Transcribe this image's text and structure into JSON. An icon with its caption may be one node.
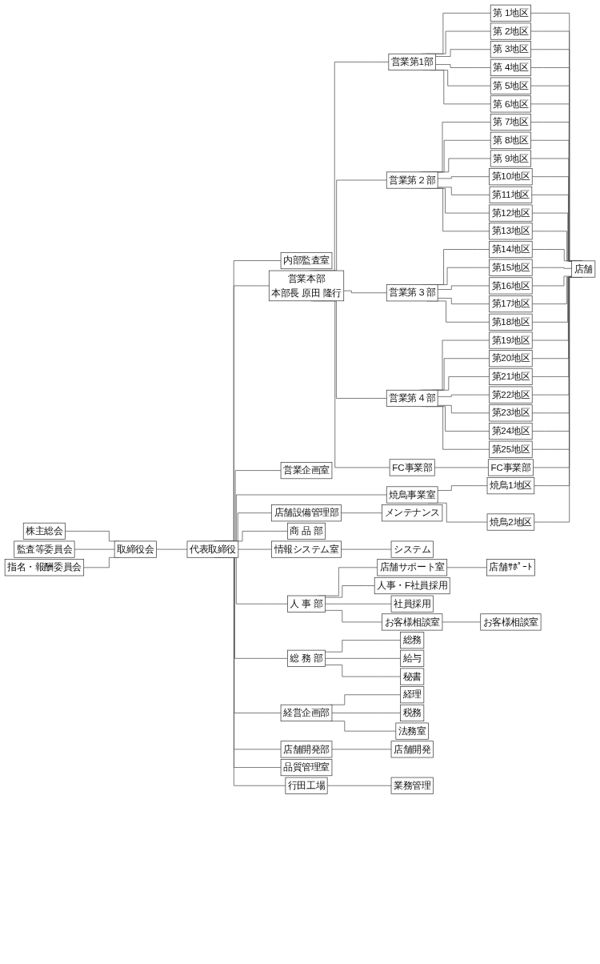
{
  "diagram": {
    "nodes": [
      {
        "text": [
          "監査等委員会"
        ]
      },
      {
        "text": [
          "株主総会"
        ]
      },
      {
        "text": [
          "取締役会"
        ]
      },
      {
        "text": [
          "指名・報酬委員会"
        ]
      },
      {
        "text": [
          "代表取締役"
        ]
      },
      {
        "text": [
          "内部監査室"
        ]
      },
      {
        "text": [
          "営業本部",
          "本部長 原田 隆行"
        ]
      },
      {
        "text": [
          "営業第1部"
        ]
      },
      {
        "text": [
          "営業第２部"
        ]
      },
      {
        "text": [
          "営業第３部"
        ]
      },
      {
        "text": [
          "営業第４部"
        ]
      },
      {
        "text": [
          "FC事業部"
        ]
      },
      {
        "text": [
          "第 1地区"
        ]
      },
      {
        "text": [
          "第 2地区"
        ]
      },
      {
        "text": [
          "第 3地区"
        ]
      },
      {
        "text": [
          "第 4地区"
        ]
      },
      {
        "text": [
          "第 5地区"
        ]
      },
      {
        "text": [
          "第 6地区"
        ]
      },
      {
        "text": [
          "第 7地区"
        ]
      },
      {
        "text": [
          "第 8地区"
        ]
      },
      {
        "text": [
          "第 9地区"
        ]
      },
      {
        "text": [
          "第10地区"
        ]
      },
      {
        "text": [
          "第11地区"
        ]
      },
      {
        "text": [
          "第12地区"
        ]
      },
      {
        "text": [
          "第13地区"
        ]
      },
      {
        "text": [
          "第14地区"
        ]
      },
      {
        "text": [
          "第15地区"
        ]
      },
      {
        "text": [
          "第16地区"
        ]
      },
      {
        "text": [
          "第17地区"
        ]
      },
      {
        "text": [
          "第18地区"
        ]
      },
      {
        "text": [
          "第19地区"
        ]
      },
      {
        "text": [
          "第20地区"
        ]
      },
      {
        "text": [
          "第21地区"
        ]
      },
      {
        "text": [
          "第22地区"
        ]
      },
      {
        "text": [
          "第23地区"
        ]
      },
      {
        "text": [
          "第24地区"
        ]
      },
      {
        "text": [
          "第25地区"
        ]
      },
      {
        "text": [
          "FC事業部"
        ]
      },
      {
        "text": [
          "焼鳥事業室"
        ]
      },
      {
        "text": [
          "焼鳥1地区"
        ]
      },
      {
        "text": [
          "焼鳥2地区"
        ]
      },
      {
        "text": [
          "店舗"
        ]
      },
      {
        "text": [
          "営業企画室"
        ]
      },
      {
        "text": [
          "店舗設備管理部"
        ]
      },
      {
        "text": [
          "メンテナンス"
        ]
      },
      {
        "text": [
          "情報システム室"
        ]
      },
      {
        "text": [
          "システム"
        ]
      },
      {
        "text": [
          "商 品 部"
        ]
      },
      {
        "text": [
          "人 事 部"
        ]
      },
      {
        "text": [
          "店舗サポート室"
        ]
      },
      {
        "text": [
          "店舗ｻﾎﾟｰﾄ"
        ]
      },
      {
        "text": [
          "人事・F社員採用"
        ]
      },
      {
        "text": [
          "社員採用"
        ]
      },
      {
        "text": [
          "お客様相談室"
        ]
      },
      {
        "text": [
          "お客様相談室"
        ]
      },
      {
        "text": [
          "総 務 部"
        ]
      },
      {
        "text": [
          "総務"
        ]
      },
      {
        "text": [
          "給与"
        ]
      },
      {
        "text": [
          "秘書"
        ]
      },
      {
        "text": [
          "経営企画部"
        ]
      },
      {
        "text": [
          "経理"
        ]
      },
      {
        "text": [
          "税務"
        ]
      },
      {
        "text": [
          "法務室"
        ]
      },
      {
        "text": [
          "店舗開発部"
        ]
      },
      {
        "text": [
          "店舗開発"
        ]
      },
      {
        "text": [
          "行田工場"
        ]
      },
      {
        "text": [
          "業務管理"
        ]
      },
      {
        "text": [
          "品質管理室"
        ]
      }
    ],
    "edges": [
      {
        "from": 1,
        "to": 2,
        "arrow": "none"
      },
      {
        "from": 0,
        "to": 2,
        "arrow": "none"
      },
      {
        "from": 3,
        "to": 2,
        "arrow": "none"
      },
      {
        "from": 2,
        "to": 4,
        "arrow": "none"
      },
      {
        "from": 4,
        "to": 5,
        "arrow": "none"
      },
      {
        "from": 4,
        "to": 6,
        "arrow": "none"
      },
      {
        "from": 4,
        "to": 38,
        "arrow": "none"
      },
      {
        "from": 4,
        "to": 42,
        "arrow": "none"
      },
      {
        "from": 4,
        "to": 43,
        "arrow": "none"
      },
      {
        "from": 4,
        "to": 45,
        "arrow": "none"
      },
      {
        "from": 4,
        "to": 47,
        "arrow": "none"
      },
      {
        "from": 4,
        "to": 48,
        "arrow": "none"
      },
      {
        "from": 4,
        "to": 55,
        "arrow": "none"
      },
      {
        "from": 4,
        "to": 59,
        "arrow": "none"
      },
      {
        "from": 4,
        "to": 63,
        "arrow": "none"
      },
      {
        "from": 4,
        "to": 65,
        "arrow": "none"
      },
      {
        "from": 4,
        "to": 67,
        "arrow": "none"
      },
      {
        "from": 6,
        "to": 7,
        "arrow": "none"
      },
      {
        "from": 6,
        "to": 8,
        "arrow": "none"
      },
      {
        "from": 6,
        "to": 9,
        "arrow": "none"
      },
      {
        "from": 6,
        "to": 10,
        "arrow": "none"
      },
      {
        "from": 6,
        "to": 11,
        "arrow": "none"
      },
      {
        "from": 7,
        "to": 12,
        "arrow": "none"
      },
      {
        "from": 7,
        "to": 13,
        "arrow": "none"
      },
      {
        "from": 7,
        "to": 14,
        "arrow": "none"
      },
      {
        "from": 7,
        "to": 15,
        "arrow": "none"
      },
      {
        "from": 7,
        "to": 16,
        "arrow": "none"
      },
      {
        "from": 7,
        "to": 17,
        "arrow": "none"
      },
      {
        "from": 8,
        "to": 18,
        "arrow": "none"
      },
      {
        "from": 8,
        "to": 19,
        "arrow": "none"
      },
      {
        "from": 8,
        "to": 20,
        "arrow": "none"
      },
      {
        "from": 8,
        "to": 21,
        "arrow": "none"
      },
      {
        "from": 8,
        "to": 22,
        "arrow": "none"
      },
      {
        "from": 8,
        "to": 23,
        "arrow": "none"
      },
      {
        "from": 8,
        "to": 24,
        "arrow": "none"
      },
      {
        "from": 9,
        "to": 25,
        "arrow": "none"
      },
      {
        "from": 9,
        "to": 26,
        "arrow": "none"
      },
      {
        "from": 9,
        "to": 27,
        "arrow": "none"
      },
      {
        "from": 9,
        "to": 28,
        "arrow": "none"
      },
      {
        "from": 9,
        "to": 29,
        "arrow": "none"
      },
      {
        "from": 10,
        "to": 30,
        "arrow": "none"
      },
      {
        "from": 10,
        "to": 31,
        "arrow": "none"
      },
      {
        "from": 10,
        "to": 32,
        "arrow": "none"
      },
      {
        "from": 10,
        "to": 33,
        "arrow": "none"
      },
      {
        "from": 10,
        "to": 34,
        "arrow": "none"
      },
      {
        "from": 10,
        "to": 35,
        "arrow": "none"
      },
      {
        "from": 10,
        "to": 36,
        "arrow": "none"
      },
      {
        "from": 11,
        "to": 37,
        "arrow": "none"
      },
      {
        "from": 38,
        "to": 39,
        "arrow": "none"
      },
      {
        "from": 38,
        "to": 40,
        "arrow": "none"
      },
      {
        "from": 12,
        "to": 41,
        "arrow": "none"
      },
      {
        "from": 13,
        "to": 41,
        "arrow": "none"
      },
      {
        "from": 14,
        "to": 41,
        "arrow": "none"
      },
      {
        "from": 15,
        "to": 41,
        "arrow": "none"
      },
      {
        "from": 16,
        "to": 41,
        "arrow": "none"
      },
      {
        "from": 17,
        "to": 41,
        "arrow": "none"
      },
      {
        "from": 18,
        "to": 41,
        "arrow": "none"
      },
      {
        "from": 19,
        "to": 41,
        "arrow": "none"
      },
      {
        "from": 20,
        "to": 41,
        "arrow": "none"
      },
      {
        "from": 21,
        "to": 41,
        "arrow": "none"
      },
      {
        "from": 22,
        "to": 41,
        "arrow": "none"
      },
      {
        "from": 23,
        "to": 41,
        "arrow": "none"
      },
      {
        "from": 24,
        "to": 41,
        "arrow": "none"
      },
      {
        "from": 25,
        "to": 41,
        "arrow": "none"
      },
      {
        "from": 26,
        "to": 41,
        "arrow": "none"
      },
      {
        "from": 27,
        "to": 41,
        "arrow": "none"
      },
      {
        "from": 28,
        "to": 41,
        "arrow": "none"
      },
      {
        "from": 29,
        "to": 41,
        "arrow": "none"
      },
      {
        "from": 30,
        "to": 41,
        "arrow": "none"
      },
      {
        "from": 31,
        "to": 41,
        "arrow": "none"
      },
      {
        "from": 32,
        "to": 41,
        "arrow": "none"
      },
      {
        "from": 33,
        "to": 41,
        "arrow": "none"
      },
      {
        "from": 34,
        "to": 41,
        "arrow": "none"
      },
      {
        "from": 35,
        "to": 41,
        "arrow": "none"
      },
      {
        "from": 36,
        "to": 41,
        "arrow": "none"
      },
      {
        "from": 37,
        "to": 41,
        "arrow": "none"
      },
      {
        "from": 39,
        "to": 41,
        "arrow": "none"
      },
      {
        "from": 40,
        "to": 41,
        "arrow": "none"
      },
      {
        "from": 43,
        "to": 44,
        "arrow": "none"
      },
      {
        "from": 45,
        "to": 46,
        "arrow": "none"
      },
      {
        "from": 48,
        "to": 49,
        "arrow": "none"
      },
      {
        "from": 48,
        "to": 51,
        "arrow": "none"
      },
      {
        "from": 48,
        "to": 52,
        "arrow": "none"
      },
      {
        "from": 48,
        "to": 53,
        "arrow": "none"
      },
      {
        "from": 49,
        "to": 50,
        "arrow": "none"
      },
      {
        "from": 53,
        "to": 54,
        "arrow": "none"
      },
      {
        "from": 55,
        "to": 56,
        "arrow": "none"
      },
      {
        "from": 55,
        "to": 57,
        "arrow": "none"
      },
      {
        "from": 55,
        "to": 58,
        "arrow": "none"
      },
      {
        "from": 59,
        "to": 60,
        "arrow": "none"
      },
      {
        "from": 59,
        "to": 61,
        "arrow": "none"
      },
      {
        "from": 59,
        "to": 62,
        "arrow": "none"
      },
      {
        "from": 63,
        "to": 64,
        "arrow": "none"
      },
      {
        "from": 65,
        "to": 66,
        "arrow": "none"
      }
    ]
  }
}
